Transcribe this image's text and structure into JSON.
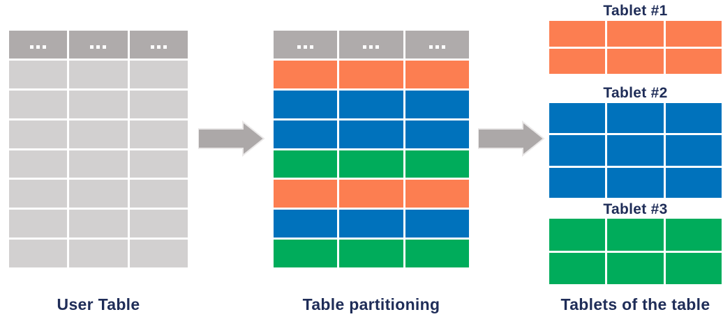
{
  "colors": {
    "background": "#FFFFFF",
    "header_gray": "#AFABAB",
    "row_gray": "#D2D0D0",
    "orange": "#FC7E51",
    "blue": "#0072BC",
    "green": "#00AC5B",
    "arrow_gray": "#ACA8A8",
    "arrow_outline": "#EAE8E8",
    "caption_navy": "#1F2D58"
  },
  "user_table": {
    "caption": "User Table",
    "header": [
      "...",
      "...",
      "..."
    ],
    "columns": 3,
    "rows": [
      "row_gray",
      "row_gray",
      "row_gray",
      "row_gray",
      "row_gray",
      "row_gray",
      "row_gray"
    ]
  },
  "partitioned_table": {
    "caption": "Table partitioning",
    "header": [
      "...",
      "...",
      "..."
    ],
    "columns": 3,
    "rows": [
      "orange",
      "blue",
      "blue",
      "green",
      "orange",
      "blue",
      "green"
    ]
  },
  "tablets": {
    "caption": "Tablets of the table",
    "items": [
      {
        "title": "Tablet #1",
        "columns": 3,
        "rows": [
          "orange",
          "orange"
        ]
      },
      {
        "title": "Tablet #2",
        "columns": 3,
        "rows": [
          "blue",
          "blue",
          "blue"
        ]
      },
      {
        "title": "Tablet #3",
        "columns": 3,
        "rows": [
          "green",
          "green"
        ]
      }
    ]
  },
  "arrows": [
    {
      "name": "arrow-user-to-partition"
    },
    {
      "name": "arrow-partition-to-tablets"
    }
  ]
}
